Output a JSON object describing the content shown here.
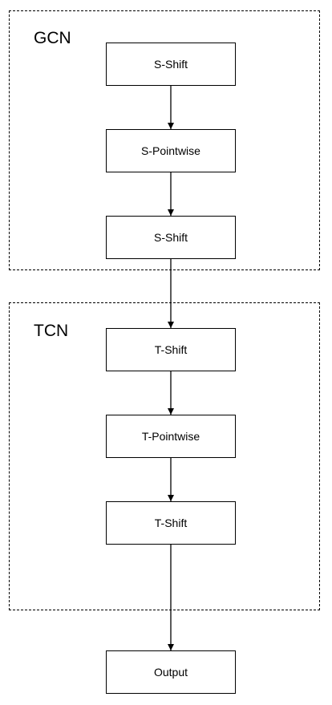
{
  "groups": {
    "gcn": {
      "label": "GCN"
    },
    "tcn": {
      "label": "TCN"
    }
  },
  "nodes": [
    {
      "id": "s-shift-1",
      "label": "S-Shift",
      "group": "GCN"
    },
    {
      "id": "s-pointwise",
      "label": "S-Pointwise",
      "group": "GCN"
    },
    {
      "id": "s-shift-2",
      "label": "S-Shift",
      "group": "GCN"
    },
    {
      "id": "t-shift-1",
      "label": "T-Shift",
      "group": "TCN"
    },
    {
      "id": "t-pointwise",
      "label": "T-Pointwise",
      "group": "TCN"
    },
    {
      "id": "t-shift-2",
      "label": "T-Shift",
      "group": "TCN"
    },
    {
      "id": "output",
      "label": "Output",
      "group": ""
    }
  ],
  "edges": [
    {
      "from": "s-shift-1",
      "to": "s-pointwise"
    },
    {
      "from": "s-pointwise",
      "to": "s-shift-2"
    },
    {
      "from": "s-shift-2",
      "to": "t-shift-1"
    },
    {
      "from": "t-shift-1",
      "to": "t-pointwise"
    },
    {
      "from": "t-pointwise",
      "to": "t-shift-2"
    },
    {
      "from": "t-shift-2",
      "to": "output"
    }
  ],
  "colors": {
    "stroke": "#000000",
    "background": "#ffffff"
  }
}
